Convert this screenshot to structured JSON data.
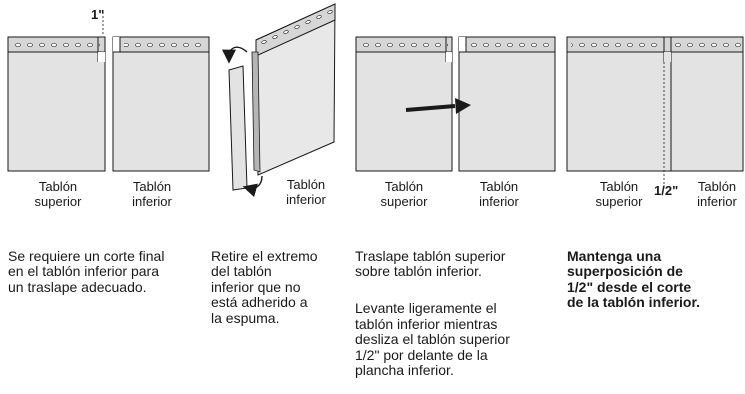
{
  "panels": [
    {
      "labels": {
        "left": "Tablón\nsuperior",
        "right": "Tablón\ninferior"
      },
      "dimension": "1\"",
      "caption": [
        "Se requiere un corte final\nen el tablón inferior para\nun traslape adecuado."
      ]
    },
    {
      "labels": {
        "right": "Tablón\ninferior"
      },
      "caption": [
        "Retire el extremo\ndel tablón\ninferior que no\nestá adherido a\nla espuma."
      ]
    },
    {
      "labels": {
        "left": "Tablón\nsuperior",
        "right": "Tablón\ninferior"
      },
      "caption": [
        "Traslape tablón superior\nsobre tablón inferior.",
        "Levante ligeramente el\ntablón inferior mientras\ndesliza el tablón superior\n1/2\" por delante de la\nplancha inferior."
      ]
    },
    {
      "labels": {
        "left": "Tablón\nsuperior",
        "right": "Tablón\ninferior"
      },
      "dimension": "1/2\"",
      "caption": [
        "Mantenga una\nsuperposición de\n1/2\" desde el corte\nde la tablón inferior."
      ]
    }
  ],
  "colors": {
    "panel_fill": "#e3e3e3",
    "stroke": "#1a1a1a",
    "nail_slot": "#ffffff"
  }
}
